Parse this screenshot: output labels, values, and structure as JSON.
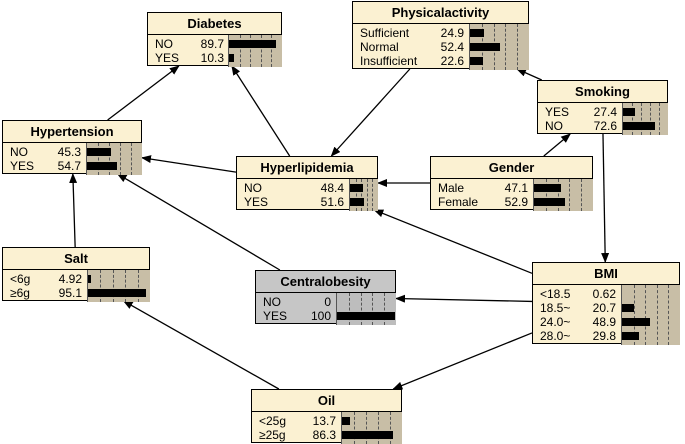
{
  "nodes": [
    {
      "id": "diabetes",
      "title": "Diabetes",
      "style": "normal",
      "states": [
        {
          "label": "NO",
          "value": "89.7",
          "pct": 89.7
        },
        {
          "label": "YES",
          "value": "10.3",
          "pct": 10.3
        }
      ]
    },
    {
      "id": "physicalactivity",
      "title": "Physicalactivity",
      "style": "normal",
      "states": [
        {
          "label": "Sufficient",
          "value": "24.9",
          "pct": 24.9
        },
        {
          "label": "Normal",
          "value": "52.4",
          "pct": 52.4
        },
        {
          "label": "Insufficient",
          "value": "22.6",
          "pct": 22.6
        }
      ]
    },
    {
      "id": "smoking",
      "title": "Smoking",
      "style": "normal",
      "states": [
        {
          "label": "YES",
          "value": "27.4",
          "pct": 27.4
        },
        {
          "label": "NO",
          "value": "72.6",
          "pct": 72.6
        }
      ]
    },
    {
      "id": "hypertension",
      "title": "Hypertension",
      "style": "normal",
      "states": [
        {
          "label": "NO",
          "value": "45.3",
          "pct": 45.3
        },
        {
          "label": "YES",
          "value": "54.7",
          "pct": 54.7
        }
      ]
    },
    {
      "id": "hyperlipidemia",
      "title": "Hyperlipidemia",
      "style": "normal",
      "states": [
        {
          "label": "NO",
          "value": "48.4",
          "pct": 48.4
        },
        {
          "label": "YES",
          "value": "51.6",
          "pct": 51.6
        }
      ]
    },
    {
      "id": "gender",
      "title": "Gender",
      "style": "normal",
      "states": [
        {
          "label": "Male",
          "value": "47.1",
          "pct": 47.1
        },
        {
          "label": "Female",
          "value": "52.9",
          "pct": 52.9
        }
      ]
    },
    {
      "id": "salt",
      "title": "Salt",
      "style": "normal",
      "states": [
        {
          "label": "<6g",
          "value": "4.92",
          "pct": 4.92
        },
        {
          "label": "≥6g",
          "value": "95.1",
          "pct": 95.1
        }
      ]
    },
    {
      "id": "centralobesity",
      "title": "Centralobesity",
      "style": "gray",
      "states": [
        {
          "label": "NO",
          "value": "0",
          "pct": 0
        },
        {
          "label": "YES",
          "value": "100",
          "pct": 100
        }
      ]
    },
    {
      "id": "bmi",
      "title": "BMI",
      "style": "normal",
      "states": [
        {
          "label": "<18.5",
          "value": "0.62",
          "pct": 0.62
        },
        {
          "label": "18.5~",
          "value": "20.7",
          "pct": 20.7
        },
        {
          "label": "24.0~",
          "value": "48.9",
          "pct": 48.9
        },
        {
          "label": "28.0~",
          "value": "29.8",
          "pct": 29.8
        }
      ]
    },
    {
      "id": "oil",
      "title": "Oil",
      "style": "normal",
      "states": [
        {
          "label": "<25g",
          "value": "13.7",
          "pct": 13.7
        },
        {
          "label": "≥25g",
          "value": "86.3",
          "pct": 86.3
        }
      ]
    }
  ],
  "edges": [
    {
      "from": "hypertension",
      "to": "diabetes"
    },
    {
      "from": "hyperlipidemia",
      "to": "diabetes"
    },
    {
      "from": "hyperlipidemia",
      "to": "hypertension"
    },
    {
      "from": "smoking",
      "to": "physicalactivity"
    },
    {
      "from": "physicalactivity",
      "to": "hyperlipidemia"
    },
    {
      "from": "gender",
      "to": "smoking"
    },
    {
      "from": "gender",
      "to": "hyperlipidemia"
    },
    {
      "from": "smoking",
      "to": "bmi"
    },
    {
      "from": "bmi",
      "to": "hyperlipidemia"
    },
    {
      "from": "bmi",
      "to": "centralobesity"
    },
    {
      "from": "bmi",
      "to": "oil"
    },
    {
      "from": "centralobesity",
      "to": "hypertension"
    },
    {
      "from": "salt",
      "to": "hypertension"
    },
    {
      "from": "oil",
      "to": "salt"
    }
  ]
}
